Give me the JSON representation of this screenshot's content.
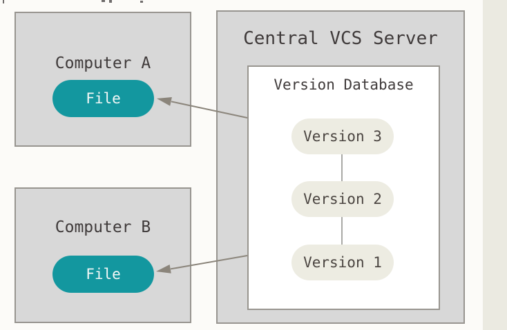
{
  "diagram": {
    "computer_a": {
      "title": "Computer A",
      "file_label": "File"
    },
    "computer_b": {
      "title": "Computer B",
      "file_label": "File"
    },
    "server": {
      "title": "Central VCS Server",
      "database": {
        "title": "Version Database",
        "versions": [
          {
            "label": "Version 3"
          },
          {
            "label": "Version 2"
          },
          {
            "label": "Version 1"
          }
        ]
      }
    }
  },
  "colors": {
    "background": "#fcfbf8",
    "side_strip": "#ebeae1",
    "box_fill": "#d8d8d8",
    "box_border": "#97948f",
    "accent_teal": "#13979f",
    "version_pill_fill": "#edece2",
    "text": "#3f3a3a",
    "arrow": "#8b857b"
  }
}
